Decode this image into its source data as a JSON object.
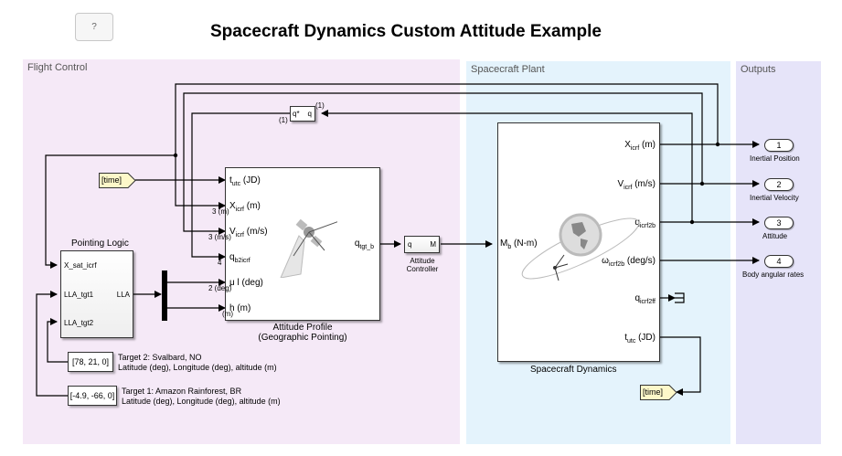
{
  "help_button": {
    "label": "?"
  },
  "title": "Spacecraft Dynamics Custom Attitude Example",
  "areas": {
    "flight_control": "Flight Control",
    "spacecraft_plant": "Spacecraft Plant",
    "outputs": "Outputs"
  },
  "goto_time_left": "[time]",
  "goto_time_right": "[time]",
  "conjugate_block": {
    "in": "q*",
    "out": "q",
    "in_dim": "(1)",
    "out_dim": "(1)"
  },
  "pointing_logic": {
    "name": "Pointing Logic",
    "inputs": [
      "X_sat_icrf",
      "LLA_tgt1",
      "LLA_tgt2"
    ],
    "output": "LLA"
  },
  "attitude_profile": {
    "name_line1": "Attitude Profile",
    "name_line2": "(Geographic Pointing)",
    "inputs": [
      {
        "main": "t",
        "sub": "utc",
        "unit": " (JD)",
        "dim": ""
      },
      {
        "main": "X",
        "sub": "icrf",
        "unit": " (m)",
        "dim": "3 (m)"
      },
      {
        "main": "V",
        "sub": "icrf",
        "unit": " (m/s)",
        "dim": "3 (m/s)"
      },
      {
        "main": "q",
        "sub": "b2icrf",
        "unit": "",
        "dim": "4"
      },
      {
        "main": "μ l",
        "sub": "",
        "unit": " (deg)",
        "dim": "2 (deg)"
      },
      {
        "main": "h",
        "sub": "",
        "unit": " (m)",
        "dim": "(m)"
      }
    ],
    "output": {
      "main": "q",
      "sub": "tgt_b"
    }
  },
  "attitude_controller": {
    "name_line1": "Attitude",
    "name_line2": "Controller",
    "in": "q",
    "out": "M"
  },
  "spacecraft_dynamics": {
    "name": "Spacecraft Dynamics",
    "input": {
      "main": "M",
      "sub": "b",
      "unit": " (N-m)"
    },
    "outputs": [
      {
        "main": "X",
        "sub": "icrf",
        "unit": " (m)"
      },
      {
        "main": "V",
        "sub": "icrf",
        "unit": " (m/s)"
      },
      {
        "main": "q",
        "sub": "icrf2b",
        "unit": ""
      },
      {
        "main": "ω",
        "sub": "icrf2b",
        "unit": " (deg/s)"
      },
      {
        "main": "q",
        "sub": "icrf2ff",
        "unit": ""
      },
      {
        "main": "t",
        "sub": "utc",
        "unit": " (JD)"
      }
    ]
  },
  "targets": [
    {
      "value": "[78, 21, 0]",
      "desc1": "Target 2: Svalbard, NO",
      "desc2": "Latitude (deg), Longitude (deg), altitude (m)"
    },
    {
      "value": "[-4.9, -66, 0]",
      "desc1": "Target 1: Amazon Rainforest, BR",
      "desc2": "Latitude (deg), Longitude (deg), altitude (m)"
    }
  ],
  "outports": [
    {
      "num": "1",
      "label": "Inertial Position"
    },
    {
      "num": "2",
      "label": "Inertial Velocity"
    },
    {
      "num": "3",
      "label": "Attitude"
    },
    {
      "num": "4",
      "label": "Body angular rates"
    }
  ]
}
